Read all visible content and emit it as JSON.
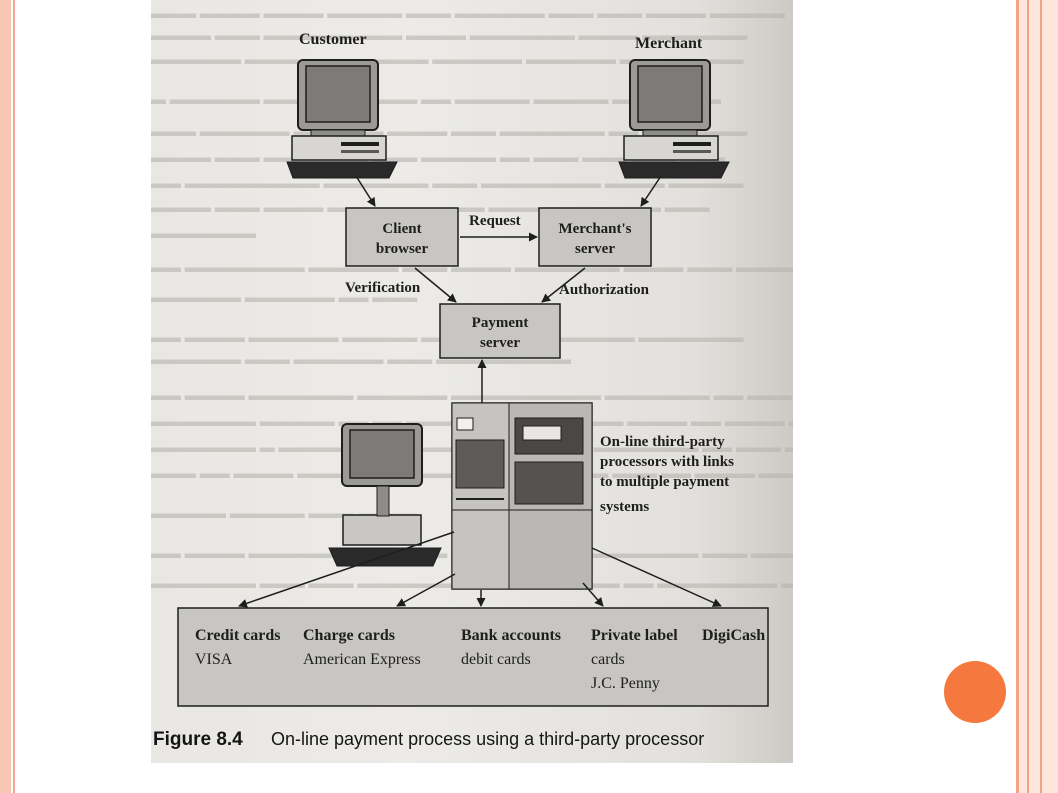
{
  "colors": {
    "accent_dot": "#f5793e",
    "slide_border": "#f4a185",
    "page_paper": "#eae8e4",
    "box_fill": "#c8c6c2"
  },
  "diagram": {
    "customer_label": "Customer",
    "merchant_label": "Merchant",
    "client_browser": [
      "Client",
      "browser"
    ],
    "merchants_server": [
      "Merchant's",
      "server"
    ],
    "request_label": "Request",
    "verification_label": "Verification",
    "authorization_label": "Authorization",
    "payment_server": [
      "Payment",
      "server"
    ],
    "processor_text": [
      "On-line third-party",
      "processors with links",
      "to multiple payment",
      "systems"
    ],
    "payment_systems": [
      {
        "title": "Credit cards",
        "lines": [
          "VISA"
        ]
      },
      {
        "title": "Charge cards",
        "lines": [
          "American Express"
        ]
      },
      {
        "title": "Bank accounts",
        "lines": [
          "debit cards"
        ]
      },
      {
        "title": "Private label",
        "lines": [
          "cards",
          "J.C. Penny"
        ]
      },
      {
        "title": "DigiCash",
        "lines": []
      }
    ],
    "caption_number": "Figure 8.4",
    "caption_text": "On-line payment process using a third-party processor"
  }
}
